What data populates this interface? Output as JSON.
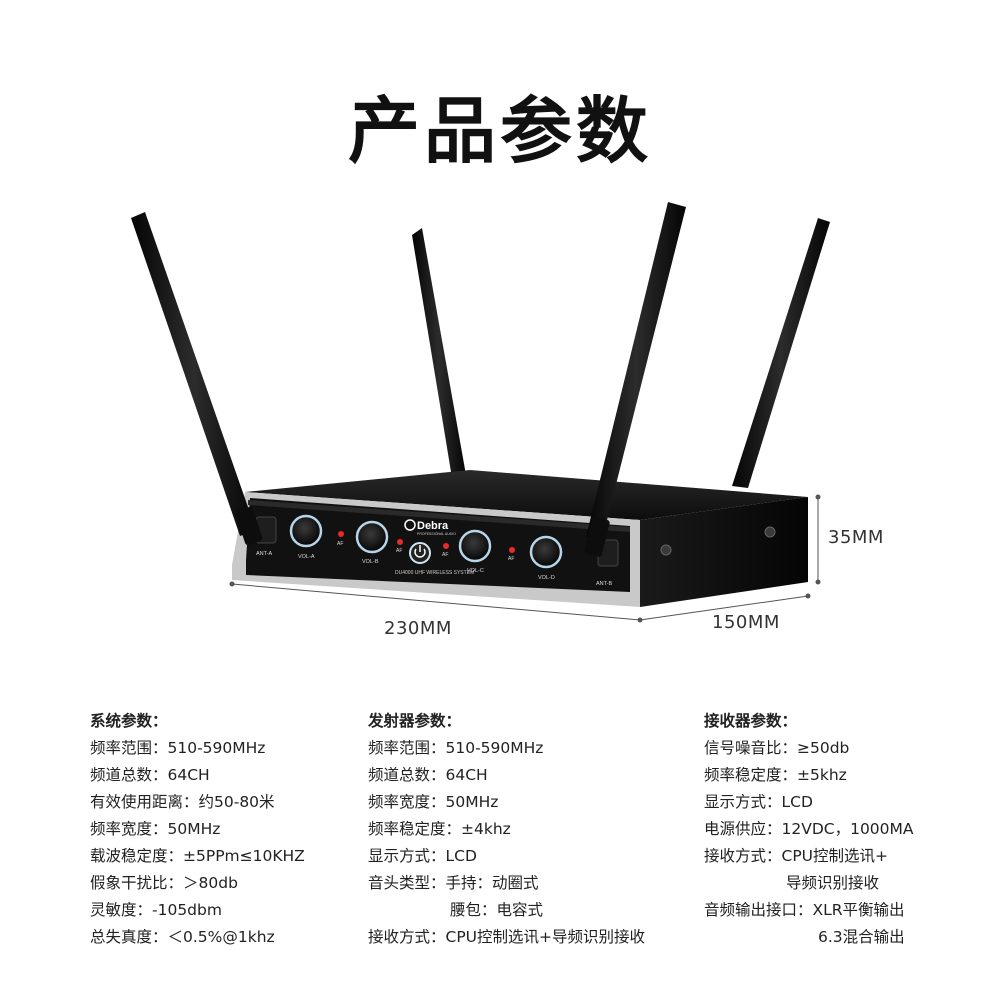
{
  "title": "产品参数",
  "product": {
    "brand": "Debra",
    "brand_sub": "PROFESSIONAL AUDIO",
    "model_line": "DU4000 UHF WIRELESS SYSTEM",
    "panel_labels": {
      "ant_a": "ANT-A",
      "vol_a": "VOL-A",
      "af1": "AF",
      "vol_b": "VOL-B",
      "af2": "AF",
      "af3": "AF",
      "vol_c": "VOL-C",
      "af4": "AF",
      "vol_d": "VOL-D",
      "ant_b": "ANT-B"
    },
    "dimensions": {
      "width": "230MM",
      "depth": "150MM",
      "height": "35MM"
    }
  },
  "system": {
    "heading": "系统参数：",
    "rows": [
      "频率范围：510-590MHz",
      "频道总数：64CH",
      "有效使用距离：约50-80米",
      "频率宽度：50MHz",
      "载波稳定度：±5PPm≤10KHZ",
      "假象干扰比：＞80db",
      "灵敏度：-105dbm",
      "总失真度：＜0.5%@1khz"
    ]
  },
  "transmitter": {
    "heading": "发射器参数：",
    "rows": [
      "频率范围：510-590MHz",
      "频道总数：64CH",
      "频率宽度：50MHz",
      "频率稳定度：±4khz",
      "显示方式：LCD",
      "音头类型：手持：动圈式",
      "腰包：电容式",
      "接收方式：CPU控制选讯+导频识别接收"
    ]
  },
  "receiver": {
    "heading": "接收器参数：",
    "rows": [
      "信号噪音比：≥50db",
      "频率稳定度：±5khz",
      "显示方式：LCD",
      "电源供应：12VDC，1000MA",
      "接收方式：CPU控制选讯+",
      "导频识别接收",
      "音频输出接口：XLR平衡输出",
      "6.3混合输出"
    ]
  }
}
